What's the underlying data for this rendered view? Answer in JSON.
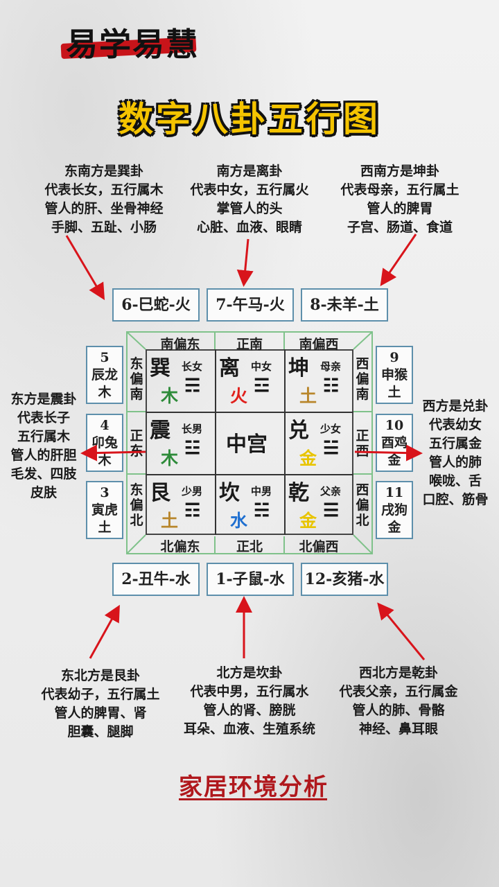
{
  "brand": "易学易慧",
  "title": "数字八卦五行图",
  "colors": {
    "wood": "#2e8b3a",
    "fire": "#e0201c",
    "earth": "#b8862b",
    "metal": "#e8c400",
    "water": "#1e6fd0",
    "arrow": "#d8141b",
    "border": "#5d8fab",
    "title": "#f5c400",
    "footer": "#b0181d"
  },
  "descriptions": {
    "se": [
      "东南方是巽卦",
      "代表长女，五行属木",
      "管人的肝、坐骨神经",
      "手脚、五趾、小肠"
    ],
    "s": [
      "南方是离卦",
      "代表中女，五行属火",
      "掌管人的头",
      "心脏、血液、眼睛"
    ],
    "sw": [
      "西南方是坤卦",
      "代表母亲，五行属土",
      "管人的脾胃",
      "子宫、肠道、食道"
    ],
    "e": [
      "东方是震卦",
      "代表长子",
      "五行属木",
      "管人的肝胆",
      "毛发、四肢",
      "皮肤"
    ],
    "w": [
      "西方是兑卦",
      "代表幼女",
      "五行属金",
      "管人的肺",
      "喉咙、舌",
      "口腔、筋骨"
    ],
    "ne": [
      "东北方是艮卦",
      "代表幼子，五行属土",
      "管人的脾胃、肾",
      "胆囊、腿脚"
    ],
    "n": [
      "北方是坎卦",
      "代表中男，五行属水",
      "管人的肾、膀胱",
      "耳朵、血液、生殖系统"
    ],
    "nw": [
      "西北方是乾卦",
      "代表父亲，五行属金",
      "管人的肺、骨骼",
      "神经、鼻耳眼"
    ]
  },
  "zodiac_top": [
    "6-巳蛇-火",
    "7-午马-火",
    "8-未羊-土"
  ],
  "zodiac_bottom": [
    "2-丑牛-水",
    "1-子鼠-水",
    "12-亥猪-水"
  ],
  "zodiac_left": [
    {
      "num": "5",
      "animal": "辰龙",
      "elem": "木"
    },
    {
      "num": "4",
      "animal": "卯兔",
      "elem": "木"
    },
    {
      "num": "3",
      "animal": "寅虎",
      "elem": "土"
    }
  ],
  "zodiac_right": [
    {
      "num": "9",
      "animal": "申猴",
      "elem": "土"
    },
    {
      "num": "10",
      "animal": "酉鸡",
      "elem": "金"
    },
    {
      "num": "11",
      "animal": "戌狗",
      "elem": "金"
    }
  ],
  "directions": {
    "top": [
      "南偏东",
      "正南",
      "南偏西"
    ],
    "bottom": [
      "北偏东",
      "正北",
      "北偏西"
    ],
    "left": [
      "东偏南",
      "正东",
      "东偏北"
    ],
    "right": [
      "西偏南",
      "正西",
      "西偏北"
    ]
  },
  "grid": [
    {
      "gua": "巽",
      "member": "长女",
      "elem": "木",
      "elem_color": "wood",
      "trigram": "☴"
    },
    {
      "gua": "离",
      "member": "中女",
      "elem": "火",
      "elem_color": "fire",
      "trigram": "☲"
    },
    {
      "gua": "坤",
      "member": "母亲",
      "elem": "土",
      "elem_color": "earth",
      "trigram": "☷"
    },
    {
      "gua": "震",
      "member": "长男",
      "elem": "木",
      "elem_color": "wood",
      "trigram": "☳"
    },
    {
      "gua": "中宫",
      "member": "",
      "elem": "",
      "elem_color": "",
      "trigram": ""
    },
    {
      "gua": "兑",
      "member": "少女",
      "elem": "金",
      "elem_color": "metal",
      "trigram": "☱"
    },
    {
      "gua": "艮",
      "member": "少男",
      "elem": "土",
      "elem_color": "earth",
      "trigram": "☶"
    },
    {
      "gua": "坎",
      "member": "中男",
      "elem": "水",
      "elem_color": "water",
      "trigram": "☵"
    },
    {
      "gua": "乾",
      "member": "父亲",
      "elem": "金",
      "elem_color": "metal",
      "trigram": "☰"
    }
  ],
  "footer": "家居环境分析"
}
